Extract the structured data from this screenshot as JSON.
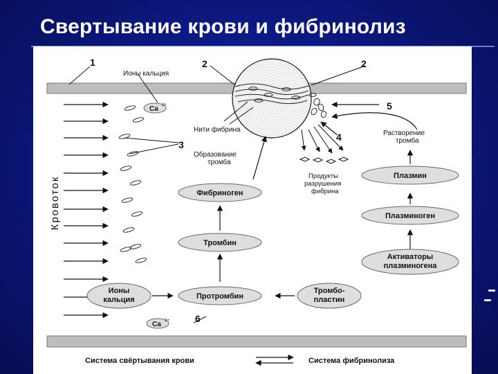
{
  "title": "Свертывание крови и фибринолиз",
  "labels": {
    "ions_calcium_top": "Ионы кальция",
    "ca_symbol": "Ca",
    "ca_charge": "2+",
    "fibrin_threads": "Нити фибрина",
    "thrombus_formation_1": "Образование",
    "thrombus_formation_2": "тромба",
    "degradation_1": "Продукты",
    "degradation_2": "разрушения",
    "degradation_3": "фибрина",
    "dissolution_1": "Растворение",
    "dissolution_2": "тромба",
    "bloodflow": "Кровоток",
    "legend_left": "Система свёртывания крови",
    "legend_right": "Система фибринолиза"
  },
  "numbers": [
    "1",
    "2",
    "2",
    "3",
    "4",
    "5",
    "6"
  ],
  "nodes": {
    "fibrinogen": "Фибриноген",
    "thrombin": "Тромбин",
    "prothrombin": "Протромбин",
    "ions_1": "Ионы",
    "ions_2": "кальция",
    "thromboplastin_1": "Тромбо-",
    "thromboplastin_2": "пластин",
    "plasmin": "Плазмин",
    "plasminogen": "Плазминоген",
    "activators_1": "Активаторы",
    "activators_2": "плазминогена"
  }
}
